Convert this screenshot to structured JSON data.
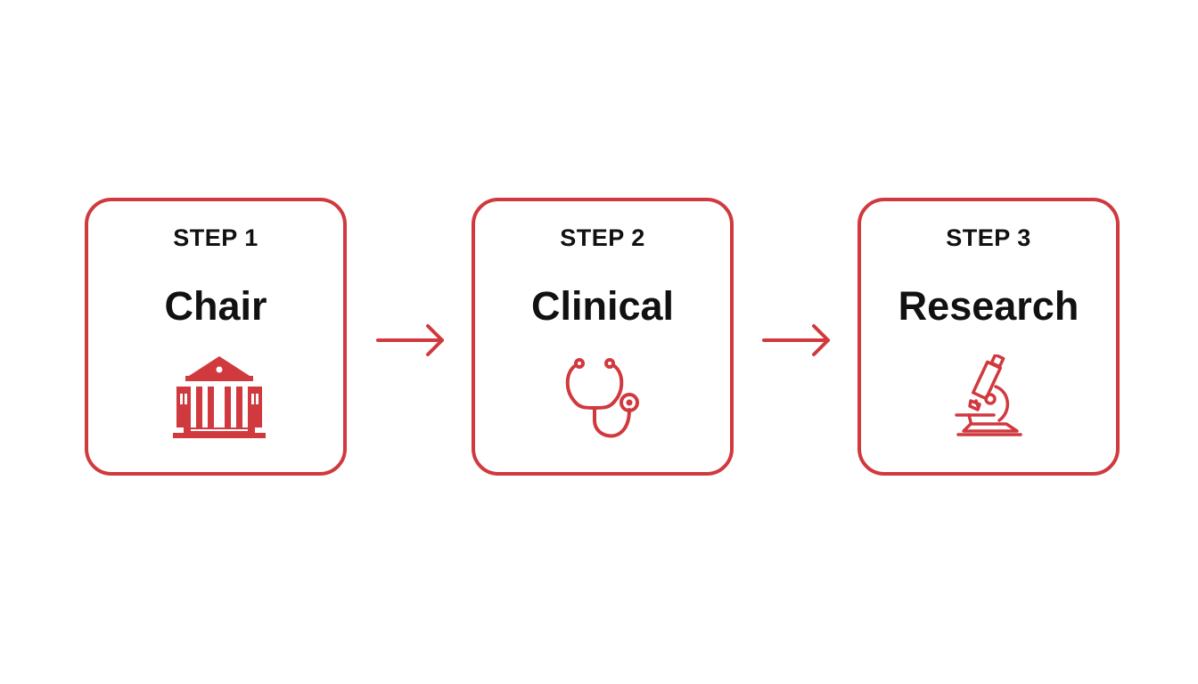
{
  "accent_color": "#d0393e",
  "text_color": "#111111",
  "steps": [
    {
      "label": "STEP 1",
      "title": "Chair",
      "icon": "building-icon"
    },
    {
      "label": "STEP 2",
      "title": "Clinical",
      "icon": "stethoscope-icon"
    },
    {
      "label": "STEP 3",
      "title": "Research",
      "icon": "microscope-icon"
    }
  ],
  "connectors": [
    "arrow-right-icon",
    "arrow-right-icon"
  ]
}
